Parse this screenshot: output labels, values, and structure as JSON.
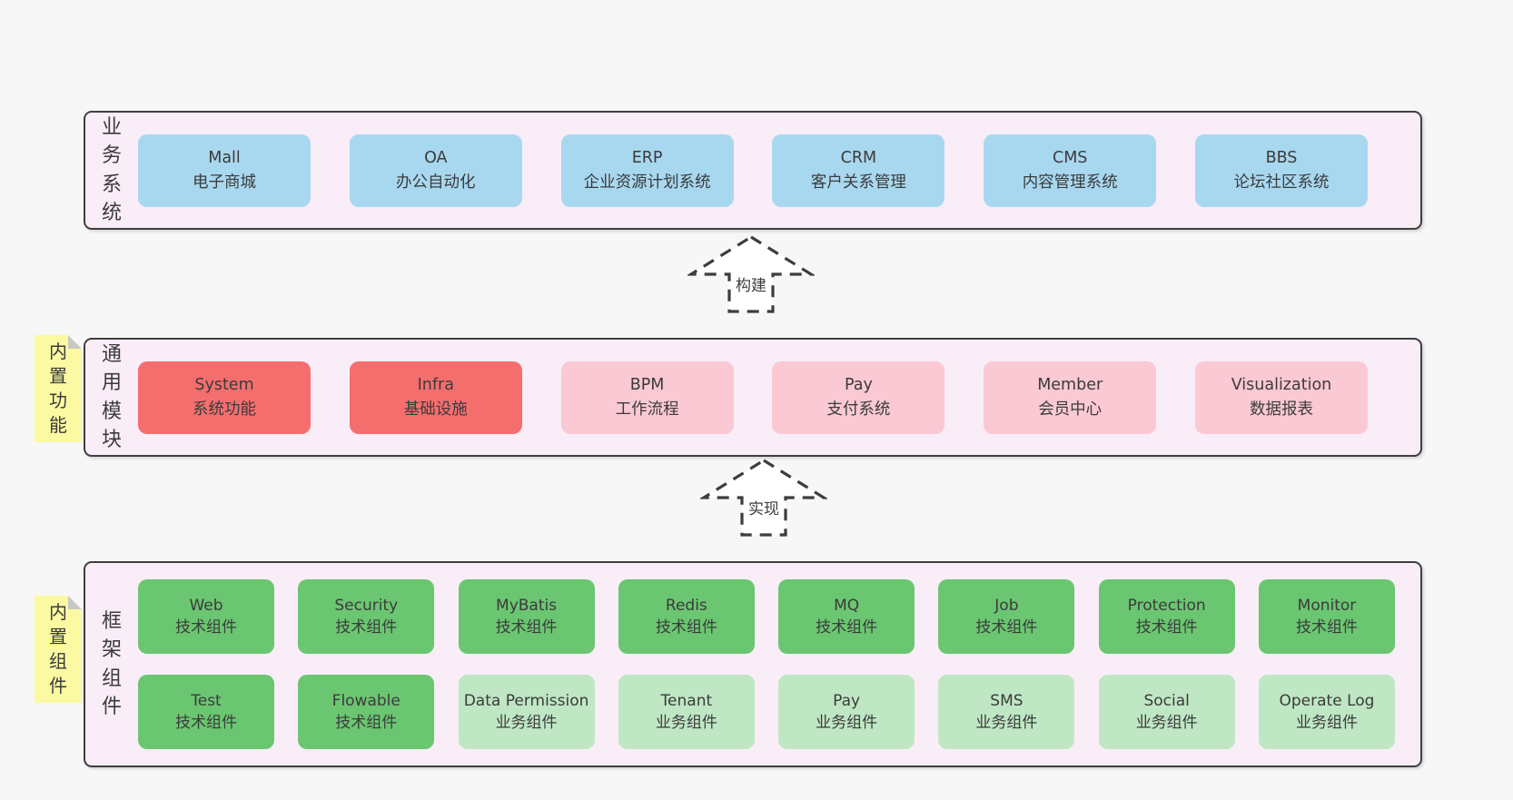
{
  "colors": {
    "page_bg": "#f7f7f7",
    "container_bg": "#f9edf7",
    "container_border": "#3f3f3f",
    "box_blue": "#a8d8f0",
    "box_red": "#f56e6e",
    "box_pink": "#fac9d3",
    "box_green": "#6bc671",
    "box_green_light": "#bfe7c4",
    "sticky_yellow": "#fbfaa3",
    "text": "#3b3b3b"
  },
  "layers": [
    {
      "name": "business-systems",
      "side_label": "业务系统",
      "boxes": [
        {
          "name": "Mall",
          "desc": "电子商城"
        },
        {
          "name": "OA",
          "desc": "办公自动化"
        },
        {
          "name": "ERP",
          "desc": "企业资源计划系统"
        },
        {
          "name": "CRM",
          "desc": "客户关系管理"
        },
        {
          "name": "CMS",
          "desc": "内容管理系统"
        },
        {
          "name": "BBS",
          "desc": "论坛社区系统"
        }
      ]
    },
    {
      "name": "common-modules",
      "side_label": "通用模块",
      "sticky_note": "内置功能",
      "boxes": [
        {
          "name": "System",
          "desc": "系统功能"
        },
        {
          "name": "Infra",
          "desc": "基础设施"
        },
        {
          "name": "BPM",
          "desc": "工作流程"
        },
        {
          "name": "Pay",
          "desc": "支付系统"
        },
        {
          "name": "Member",
          "desc": "会员中心"
        },
        {
          "name": "Visualization",
          "desc": "数据报表"
        }
      ]
    },
    {
      "name": "framework-components",
      "side_label": "框架组件",
      "sticky_note": "内置组件",
      "rows": [
        [
          {
            "name": "Web",
            "desc": "技术组件"
          },
          {
            "name": "Security",
            "desc": "技术组件"
          },
          {
            "name": "MyBatis",
            "desc": "技术组件"
          },
          {
            "name": "Redis",
            "desc": "技术组件"
          },
          {
            "name": "MQ",
            "desc": "技术组件"
          },
          {
            "name": "Job",
            "desc": "技术组件"
          },
          {
            "name": "Protection",
            "desc": "技术组件"
          },
          {
            "name": "Monitor",
            "desc": "技术组件"
          }
        ],
        [
          {
            "name": "Test",
            "desc": "技术组件"
          },
          {
            "name": "Flowable",
            "desc": "技术组件"
          },
          {
            "name": "Data Permission",
            "desc": "业务组件"
          },
          {
            "name": "Tenant",
            "desc": "业务组件"
          },
          {
            "name": "Pay",
            "desc": "业务组件"
          },
          {
            "name": "SMS",
            "desc": "业务组件"
          },
          {
            "name": "Social",
            "desc": "业务组件"
          },
          {
            "name": "Operate Log",
            "desc": "业务组件"
          }
        ]
      ]
    }
  ],
  "arrows": [
    {
      "label": "构建"
    },
    {
      "label": "实现"
    }
  ]
}
